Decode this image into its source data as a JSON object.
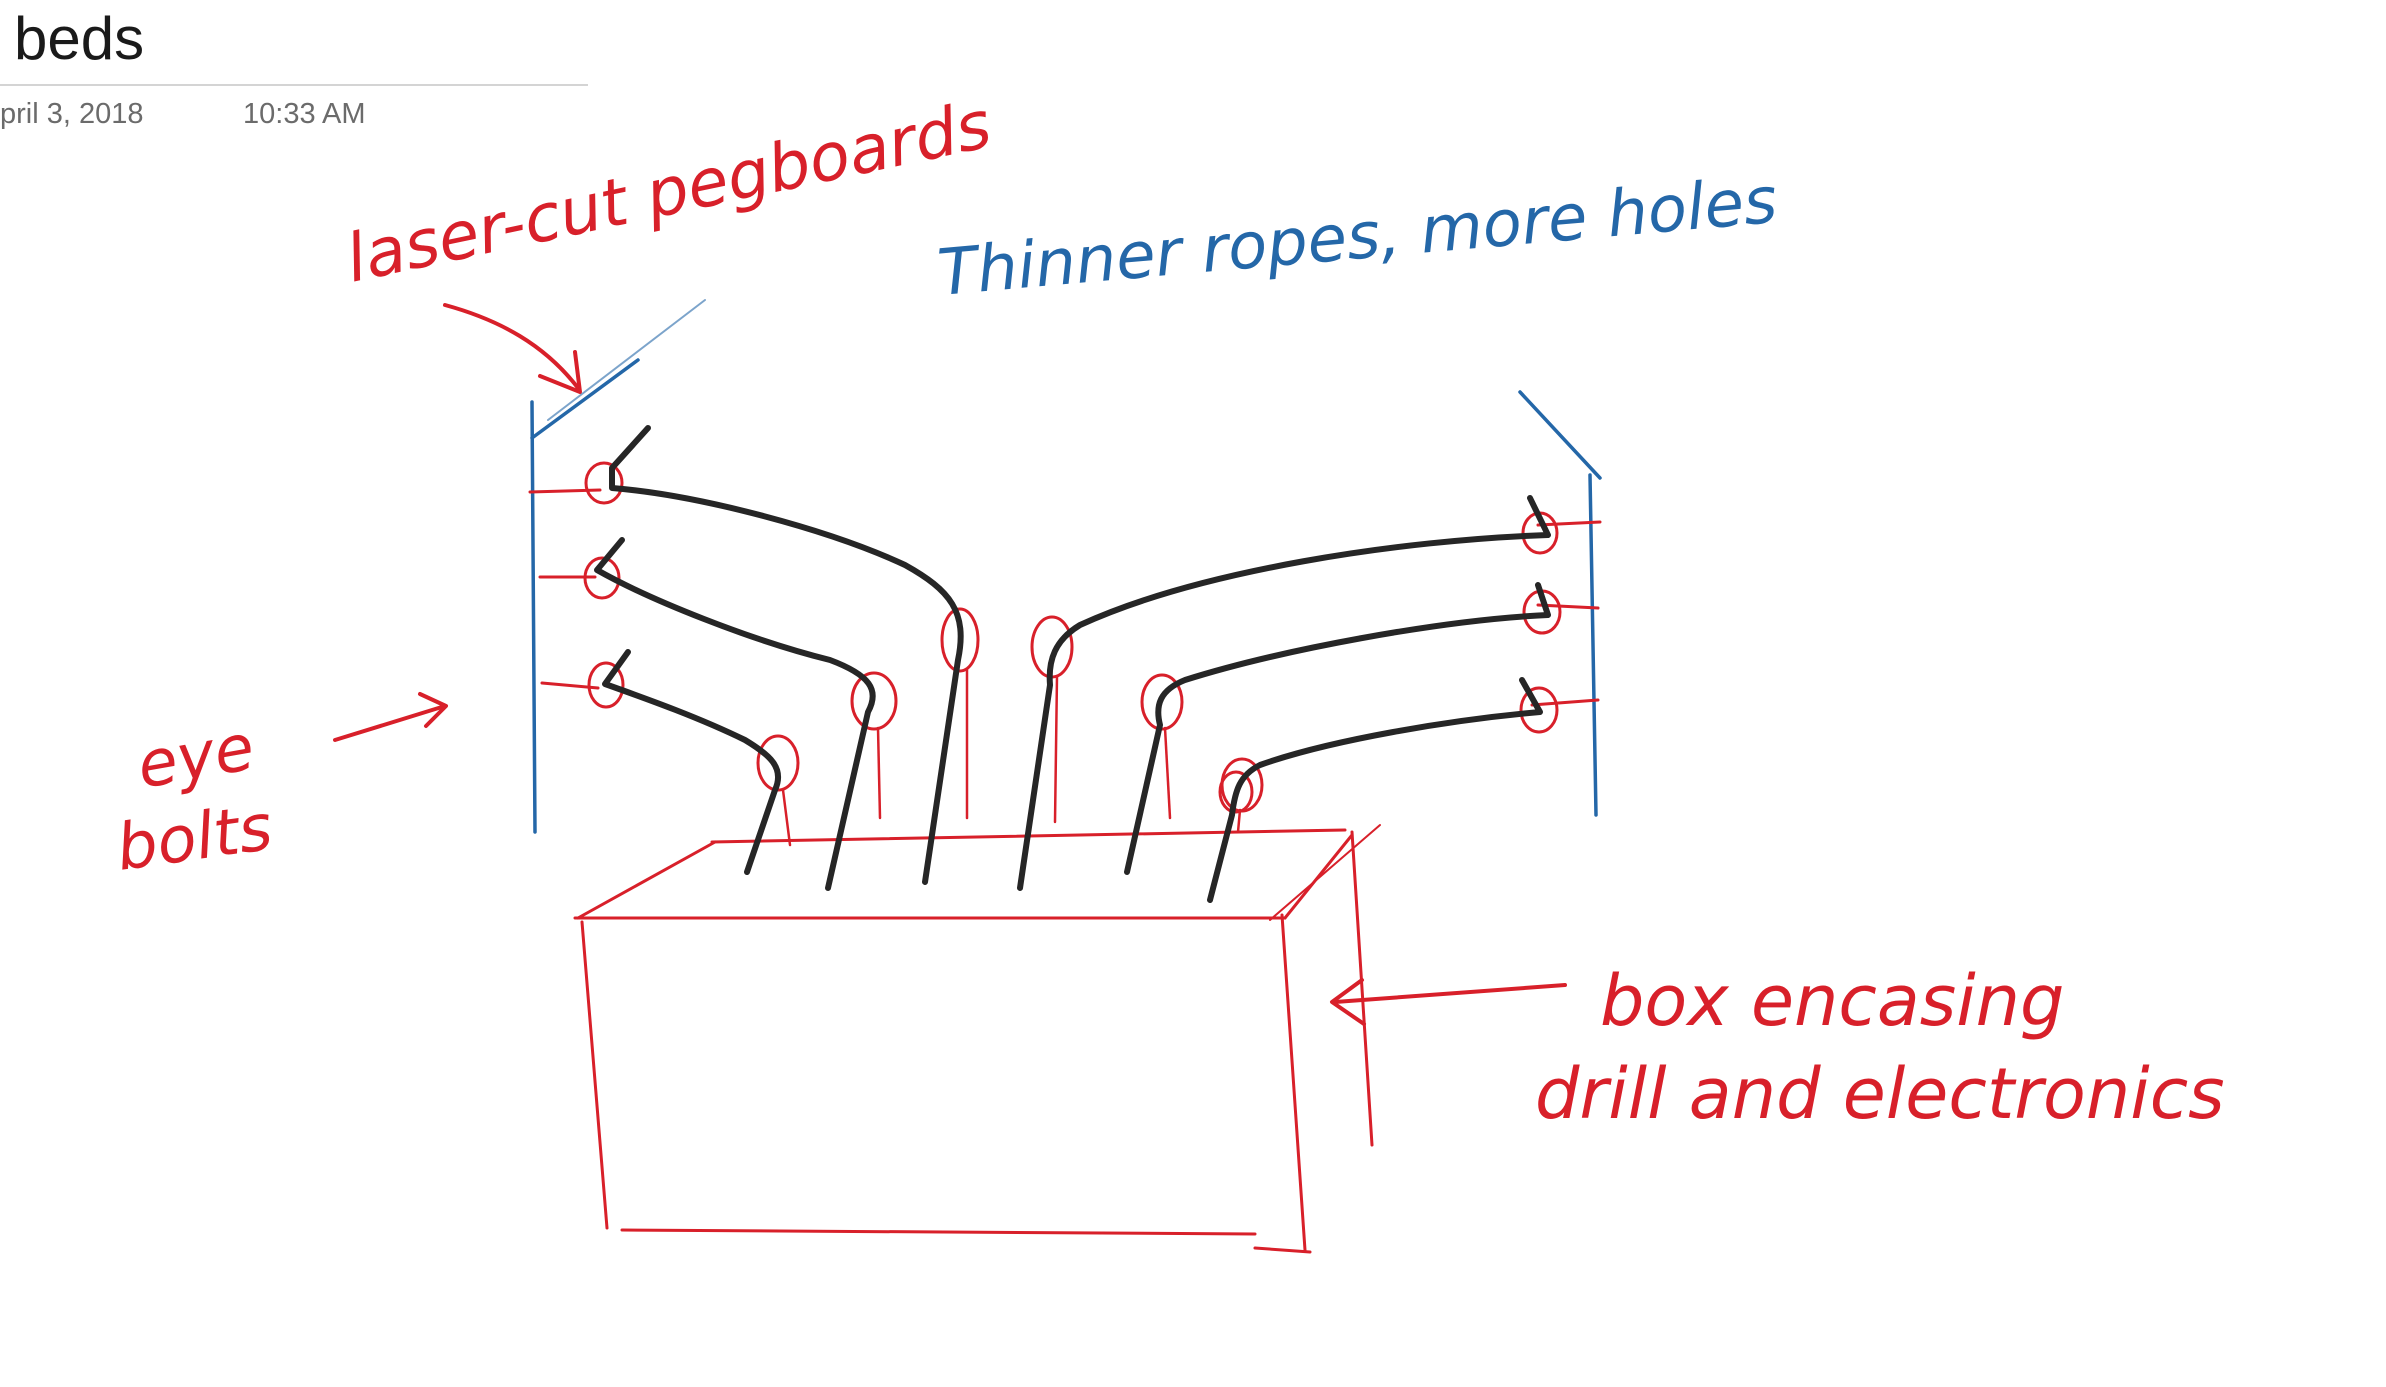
{
  "page": {
    "title": "beds",
    "date": "pril 3, 2018",
    "time": "10:33 AM"
  },
  "annotations": {
    "laser_label": "laser-cut pegboards",
    "thinner_label": "Thinner ropes, more holes",
    "eye_bolts_line1": "eye",
    "eye_bolts_line2": "bolts",
    "box_line1": "box encasing",
    "box_line2": "drill and electronics"
  },
  "colors": {
    "red_ink": "#d8202a",
    "blue_ink": "#2467a8",
    "black_ink": "#262626",
    "title_text": "#1a1a1a",
    "meta_text": "#6b6b6b"
  }
}
